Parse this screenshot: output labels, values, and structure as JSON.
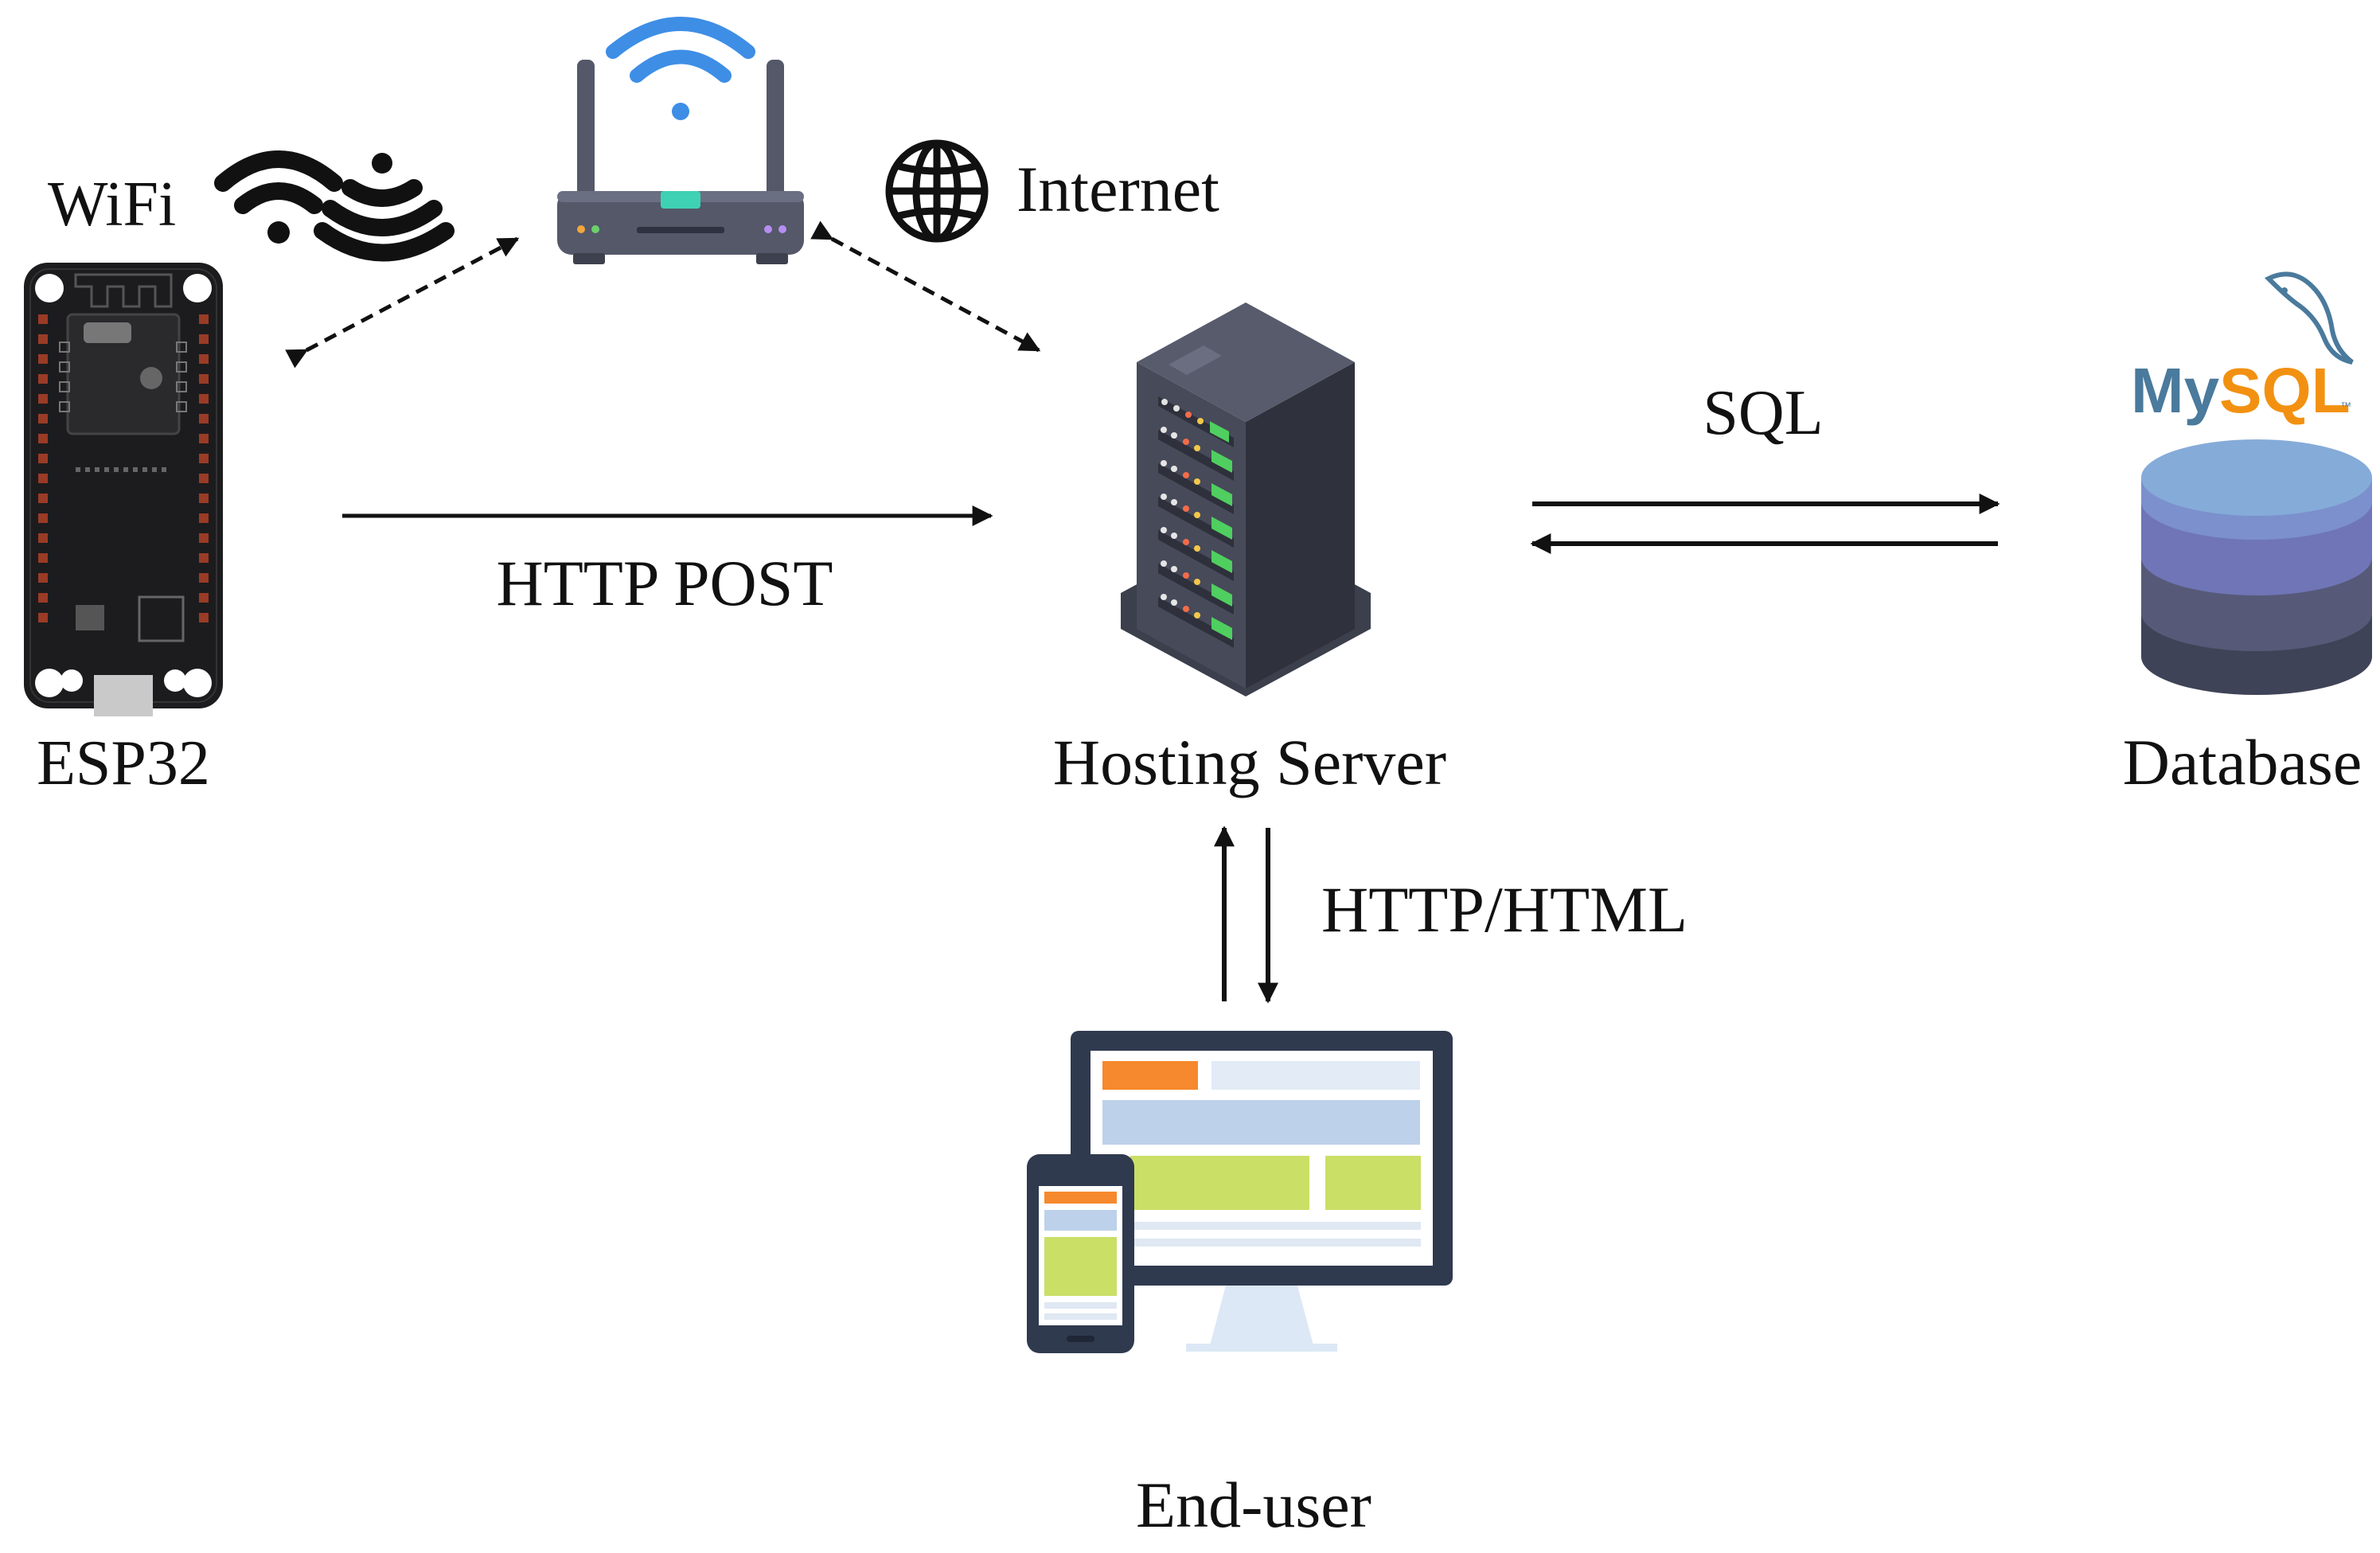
{
  "labels": {
    "wifi": "WiFi",
    "internet": "Internet",
    "esp32": "ESP32",
    "http_post": "HTTP POST",
    "hosting_server": "Hosting Server",
    "sql": "SQL",
    "database": "Database",
    "http_html": "HTTP/HTML",
    "end_user": "End-user"
  },
  "logos": {
    "mysql": "MySQL"
  },
  "icons": {
    "wifi": "wifi-waves-icon",
    "router": "wifi-router-icon",
    "internet": "globe-icon",
    "esp32": "esp32-board-icon",
    "server": "server-tower-icon",
    "database": "database-cylinder-icon",
    "end_user": "desktop-and-phone-icon"
  },
  "colors": {
    "router_wifi_signal": "#3e8ee6",
    "router_body": "#545869",
    "server_body": "#3c3f4c",
    "server_led_green": "#4fcf5f",
    "db_top": "#85abd9",
    "db_mid": "#6f75b6",
    "db_bottom": "#3f4357",
    "mysql_blue": "#4a7a9c",
    "mysql_orange": "#f29111",
    "screen_orange": "#f6892d",
    "screen_green": "#cadf66",
    "screen_blue": "#bdd1ea"
  }
}
